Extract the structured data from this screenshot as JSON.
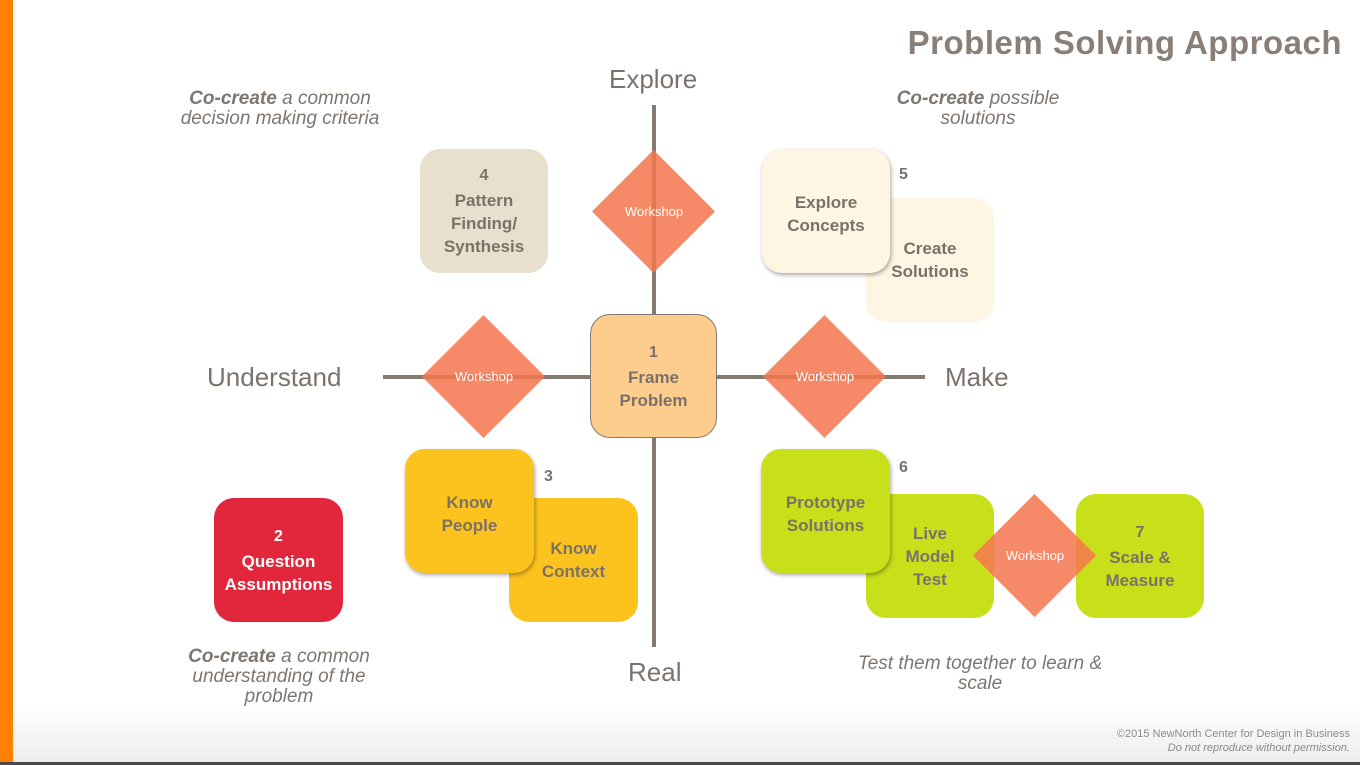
{
  "title": "Problem Solving Approach",
  "axes": {
    "top": "Explore",
    "bottom": "Real",
    "left": "Understand",
    "right": "Make"
  },
  "captions": {
    "top_left": {
      "bold": "Co-create",
      "rest": " a common decision making criteria"
    },
    "top_right": {
      "bold": "Co-create",
      "rest": " possible solutions"
    },
    "bottom_left": {
      "bold": "Co-create",
      "rest": " a common understanding of the problem"
    },
    "bottom_right": {
      "text": "Test them together to learn & scale"
    }
  },
  "workshop_label": "Workshop",
  "steps": [
    {
      "number": "1",
      "label": "Frame Problem",
      "color": "#fdcd8e"
    },
    {
      "number": "2",
      "label": "Question Assumptions",
      "color": "#e2263c"
    },
    {
      "number": "3",
      "labels": [
        "Know People",
        "Know Context"
      ],
      "color": "#fcc31e"
    },
    {
      "number": "4",
      "label": "Pattern Finding/ Synthesis",
      "color": "#e8e0cc"
    },
    {
      "number": "5",
      "labels": [
        "Explore Concepts",
        "Create Solutions"
      ],
      "color": "#fff5e3"
    },
    {
      "number": "6",
      "labels": [
        "Prototype Solutions",
        "Live Model Test"
      ],
      "color": "#c8e01a"
    },
    {
      "number": "7",
      "label": "Scale & Measure",
      "color": "#c8e01a"
    }
  ],
  "colors": {
    "accent_bar": "#ff7f00",
    "workshop": "#f4764e",
    "axis": "#857a6f"
  },
  "copyright": {
    "line1": "©2015 NewNorth Center for Design in Business",
    "line2": "Do not reproduce without permission."
  }
}
